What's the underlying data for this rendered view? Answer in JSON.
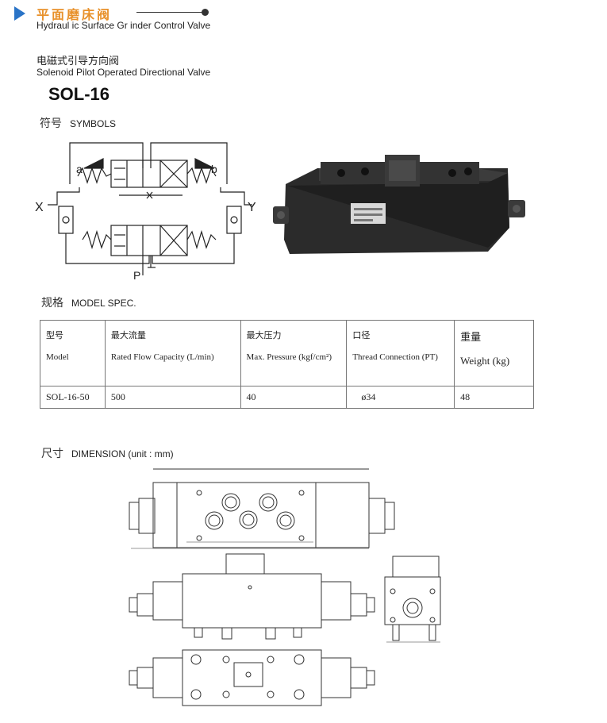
{
  "header": {
    "title_cn": "平面磨床阀",
    "title_en": "Hydraul ic Surface Gr inder Control Valve"
  },
  "product": {
    "name_cn": "电磁式引导方向阀",
    "name_en": "Solenoid Pilot Operated Directional Valve",
    "model": "SOL-16"
  },
  "symbols_section": {
    "label_cn": "符号",
    "label_en": "SYMBOLS",
    "port_labels": {
      "a": "a",
      "b": "b",
      "x": "X",
      "y": "Y",
      "p": "P"
    }
  },
  "spec_section": {
    "label_cn": "规格",
    "label_en": "MODEL SPEC.",
    "columns": [
      {
        "cn": "型号",
        "en": "Model"
      },
      {
        "cn": "最大流量",
        "en": "Rated Flow Capacity (L/min)"
      },
      {
        "cn": "最大压力",
        "en": "Max. Pressure (kgf/cm²)"
      },
      {
        "cn": "口径",
        "en": "Thread Connection (PT)"
      },
      {
        "cn": "重量",
        "en": "Weight (kg)"
      }
    ],
    "rows": [
      {
        "model": "SOL-16-50",
        "flow": "500",
        "pressure": "40",
        "thread": "ø34",
        "weight": "48"
      }
    ]
  },
  "dimension_section": {
    "label_cn": "尺寸",
    "label_en": "DIMENSION (unit : mm)"
  },
  "colors": {
    "accent_orange": "#e8912a",
    "arrow_blue": "#2a74c7",
    "valve_body": "#222222"
  }
}
